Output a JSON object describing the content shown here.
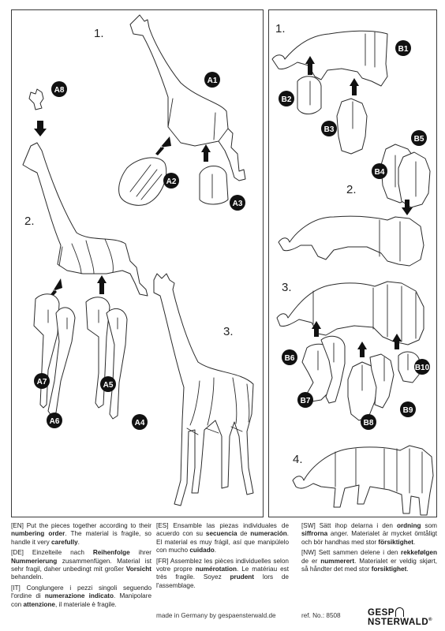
{
  "steps": {
    "giraffe": [
      "1.",
      "2.",
      "3."
    ],
    "lion": [
      "1.",
      "2.",
      "3.",
      "4."
    ]
  },
  "badges": {
    "a1": "A1",
    "a2": "A2",
    "a3": "A3",
    "a4": "A4",
    "a5": "A5",
    "a6": "A6",
    "a7": "A7",
    "a8": "A8",
    "b1": "B1",
    "b2": "B2",
    "b3": "B3",
    "b4": "B4",
    "b5": "B5",
    "b6": "B6",
    "b7": "B7",
    "b8": "B8",
    "b9": "B9",
    "b10": "B10"
  },
  "instructions": {
    "en": [
      "[EN] Put the pieces together according to their ",
      "numbering order",
      ". The material is fragile, so handle it very ",
      "carefully",
      "."
    ],
    "de": [
      "[DE] Einzelteile nach ",
      "Reihenfolge",
      " ihrer ",
      "Nummerierung",
      " zusammenfügen. Material ist sehr fragil, daher unbedingt mit großer ",
      "Vorsicht",
      " behandeln."
    ],
    "it": [
      "[IT] Conglungere i pezzi singoli seguendo l'ordine di ",
      "numerazione indicato",
      ". Manipolare con ",
      "attenzione",
      ", il materiale è fragile."
    ],
    "es": [
      "[ES] Ensamble las piezas individuales de acuerdo con su ",
      "secuencia",
      " de ",
      "numeración",
      ". El material es muy frágil, así que manipúlelo con mucho ",
      "cuidado",
      "."
    ],
    "fr": [
      "[FR] Assemblez les pièces individuelles selon votre propre ",
      "numérotation",
      ". Le matériau est très fragile. Soyez ",
      "prudent",
      " lors de l'assemblage."
    ],
    "sw": [
      "[SW] Sätt ihop delarna i den ",
      "ordning",
      " som ",
      "siffrorna",
      " anger. Materialet är mycket ömtåligt och bör handhas med stor ",
      "försiktighet",
      "."
    ],
    "nw": [
      "[NW] Sett sammen delene i den ",
      "rekkefølgen",
      " de er ",
      "nummerert",
      ". Materialet er veldig skjørt, så håndter det med stor ",
      "forsiktighet",
      "."
    ]
  },
  "footer": {
    "made": "made in Germany by gespaensterwald.de",
    "ref": "ref. No.: 8508",
    "logo_left": "GESP",
    "logo_right": "NSTERWALD",
    "logo_reg": "®"
  }
}
